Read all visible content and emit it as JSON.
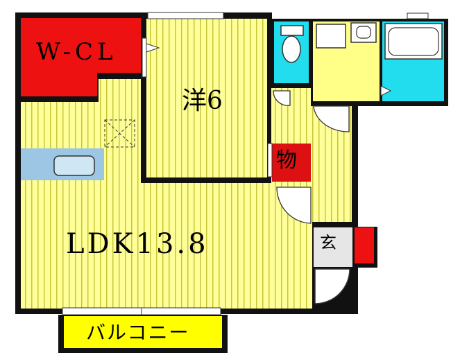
{
  "floor_plan": {
    "rooms": {
      "walk_in_closet": "W-CL",
      "western_room": "洋6",
      "living_dining_kitchen": "LDK13.8",
      "storage": "物",
      "entrance": "玄",
      "balcony": "バルコニー"
    },
    "colors": {
      "closet_red": "#ee1111",
      "floor_yellow": "#ffff99",
      "floor_stripe": "#c8c43a",
      "wet_area_cyan": "#22ddee",
      "sink_blue": "#9cc6e4",
      "balcony_yellow": "#ffff00",
      "wall": "#111111"
    }
  }
}
